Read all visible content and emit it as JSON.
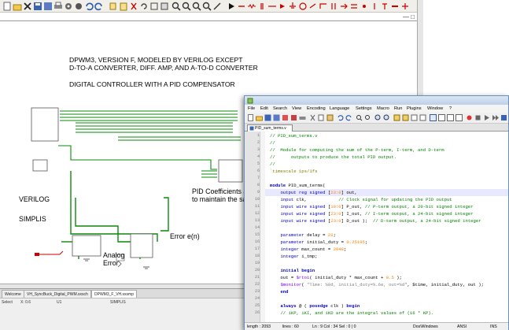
{
  "schematic": {
    "title_lines": [
      "DPWM3, VERSION F, MODELED BY VERILOG EXCEPT",
      "D-TO-A CONVERTER, DIFF. AMP, AND A-TO-D CONVERTER",
      "DIGITAL CONTROLLER WITH A PID COMPENSATOR"
    ],
    "labels": {
      "verilog": "VERILOG",
      "simplis": "SIMPLIS",
      "pid_line1": "PID Coefficients a",
      "pid_line2": "to maintain the sa",
      "error": "Error e(n)",
      "analog": "Analog",
      "error2": "Error"
    },
    "tabs": [
      "Welcome",
      "VH_SyncBuck_Digital_PWM.sxsch",
      "DPWM3_F_VH.sxsmp"
    ],
    "active_tab": 2,
    "status": {
      "select": "Select",
      "x": "X: 0.6",
      "unit": "U1",
      "mode": "SIMPLIS"
    },
    "close_label": "— □ ×"
  },
  "editor": {
    "menus": [
      "File",
      "Edit",
      "Search",
      "View",
      "Encoding",
      "Language",
      "Settings",
      "Macro",
      "Run",
      "Plugins",
      "Window",
      "?"
    ],
    "tab_label": "PID_sum_terms.v",
    "lines": [
      {
        "n": "1",
        "segs": [
          {
            "t": "// PID_sum_terms.v",
            "c": "c-com"
          }
        ]
      },
      {
        "n": "2",
        "segs": [
          {
            "t": "//",
            "c": "c-com"
          }
        ]
      },
      {
        "n": "3",
        "segs": [
          {
            "t": "//  Module for computing the sum of the P-term, I-term, and D-term",
            "c": "c-com"
          }
        ]
      },
      {
        "n": "4",
        "segs": [
          {
            "t": "//      outputs to produce the total PID output.",
            "c": "c-com"
          }
        ]
      },
      {
        "n": "5",
        "segs": [
          {
            "t": "//",
            "c": "c-com"
          }
        ]
      },
      {
        "n": "6",
        "segs": [
          {
            "t": "`timescale 1ps/1fs",
            "c": "c-dir"
          }
        ]
      },
      {
        "n": "7",
        "segs": [
          {
            "t": "",
            "c": ""
          }
        ]
      },
      {
        "n": "8",
        "segs": [
          {
            "t": "module",
            "c": "c-kw"
          },
          {
            "t": " PID_sum_terms(",
            "c": ""
          }
        ]
      },
      {
        "n": "9",
        "segs": [
          {
            "t": "    ",
            "c": ""
          },
          {
            "t": "output reg signed",
            "c": "c-kw2"
          },
          {
            "t": " [",
            "c": ""
          },
          {
            "t": "23:0",
            "c": "c-num"
          },
          {
            "t": "] out,",
            "c": ""
          }
        ]
      },
      {
        "n": "10",
        "segs": [
          {
            "t": "    ",
            "c": ""
          },
          {
            "t": "input",
            "c": "c-kw2"
          },
          {
            "t": " clk,            ",
            "c": ""
          },
          {
            "t": "// Clock signal for updating the PID output",
            "c": "c-com"
          }
        ]
      },
      {
        "n": "11",
        "segs": [
          {
            "t": "    ",
            "c": ""
          },
          {
            "t": "input wire signed",
            "c": "c-kw2"
          },
          {
            "t": " [",
            "c": ""
          },
          {
            "t": "19:0",
            "c": "c-num"
          },
          {
            "t": "] P_out, ",
            "c": ""
          },
          {
            "t": "// P-term output, a 20-bit signed integer",
            "c": "c-com"
          }
        ]
      },
      {
        "n": "12",
        "segs": [
          {
            "t": "    ",
            "c": ""
          },
          {
            "t": "input wire signed",
            "c": "c-kw2"
          },
          {
            "t": " [",
            "c": ""
          },
          {
            "t": "23:0",
            "c": "c-num"
          },
          {
            "t": "] I_out, ",
            "c": ""
          },
          {
            "t": "// I-term output, a 24-bit signed integer",
            "c": "c-com"
          }
        ]
      },
      {
        "n": "13",
        "segs": [
          {
            "t": "    ",
            "c": ""
          },
          {
            "t": "input wire signed",
            "c": "c-kw2"
          },
          {
            "t": " [",
            "c": ""
          },
          {
            "t": "23:0",
            "c": "c-num"
          },
          {
            "t": "] D_out );  ",
            "c": ""
          },
          {
            "t": "// D-term output, a 24-bit signed integer",
            "c": "c-com"
          }
        ]
      },
      {
        "n": "14",
        "segs": [
          {
            "t": "",
            "c": ""
          }
        ]
      },
      {
        "n": "15",
        "segs": [
          {
            "t": "    ",
            "c": ""
          },
          {
            "t": "parameter",
            "c": "c-kw2"
          },
          {
            "t": " delay = ",
            "c": ""
          },
          {
            "t": "20",
            "c": "c-num"
          },
          {
            "t": ";",
            "c": ""
          }
        ]
      },
      {
        "n": "16",
        "segs": [
          {
            "t": "    ",
            "c": ""
          },
          {
            "t": "parameter",
            "c": "c-kw2"
          },
          {
            "t": " initial_duty = ",
            "c": ""
          },
          {
            "t": "0.25195",
            "c": "c-num"
          },
          {
            "t": ";",
            "c": ""
          }
        ]
      },
      {
        "n": "17",
        "segs": [
          {
            "t": "    ",
            "c": ""
          },
          {
            "t": "integer",
            "c": "c-kw2"
          },
          {
            "t": " max_count = ",
            "c": ""
          },
          {
            "t": "2048",
            "c": "c-num"
          },
          {
            "t": ";",
            "c": ""
          }
        ]
      },
      {
        "n": "18",
        "segs": [
          {
            "t": "    ",
            "c": ""
          },
          {
            "t": "integer",
            "c": "c-kw2"
          },
          {
            "t": " i_tmp;",
            "c": ""
          }
        ]
      },
      {
        "n": "19",
        "segs": [
          {
            "t": "",
            "c": ""
          }
        ]
      },
      {
        "n": "20",
        "segs": [
          {
            "t": "    ",
            "c": ""
          },
          {
            "t": "initial begin",
            "c": "c-kw"
          }
        ]
      },
      {
        "n": "21",
        "segs": [
          {
            "t": "    out = ",
            "c": ""
          },
          {
            "t": "$rtoi",
            "c": "c-sys"
          },
          {
            "t": "( initial_duty * max_count + ",
            "c": ""
          },
          {
            "t": "0.5",
            "c": "c-num"
          },
          {
            "t": " );",
            "c": ""
          }
        ]
      },
      {
        "n": "22",
        "segs": [
          {
            "t": "    ",
            "c": ""
          },
          {
            "t": "$monitor",
            "c": "c-sys"
          },
          {
            "t": "( ",
            "c": ""
          },
          {
            "t": "\"Time: %0d, initial_duty=%.6e, out=%d\"",
            "c": "c-str"
          },
          {
            "t": ", $time, initial_duty, out );",
            "c": ""
          }
        ]
      },
      {
        "n": "23",
        "segs": [
          {
            "t": "    ",
            "c": ""
          },
          {
            "t": "end",
            "c": "c-kw"
          }
        ]
      },
      {
        "n": "24",
        "segs": [
          {
            "t": "",
            "c": ""
          }
        ]
      },
      {
        "n": "25",
        "segs": [
          {
            "t": "    ",
            "c": ""
          },
          {
            "t": "always",
            "c": "c-kw"
          },
          {
            "t": " @ ( ",
            "c": ""
          },
          {
            "t": "posedge",
            "c": "c-kw"
          },
          {
            "t": " clk ) ",
            "c": ""
          },
          {
            "t": "begin",
            "c": "c-kw"
          }
        ]
      },
      {
        "n": "26",
        "segs": [
          {
            "t": "    ",
            "c": ""
          },
          {
            "t": "// iKP, iKI, and iKD are the integral values of (16 * KP).",
            "c": "c-com"
          }
        ]
      }
    ],
    "status": {
      "length": "length : 2093",
      "lines": "lines : 60",
      "pos": "Ln : 9   Col : 34   Sel : 0 | 0",
      "eol": "Dos\\Windows",
      "enc": "ANSI",
      "ins": "INS"
    }
  }
}
